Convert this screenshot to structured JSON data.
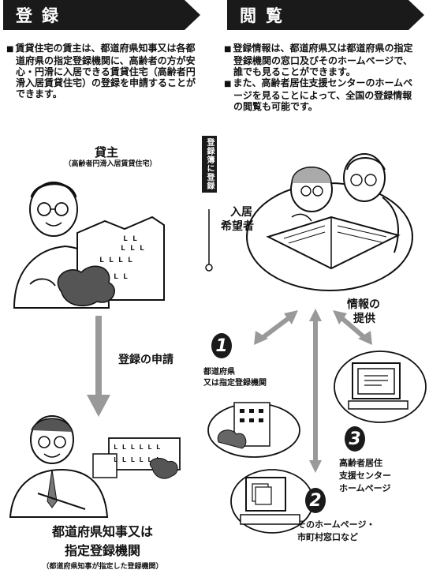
{
  "left": {
    "header": "登録",
    "paragraph": "賃貸住宅の賃主は、都道府県知事又は各都道府県の指定登録機関に、高齢者の方が安心・円滑に入居できる賃貸住宅（高齢者円滑入居賃貸住宅）の登録を申請することができます。",
    "landlord_title": "貸主",
    "landlord_sub": "（高齢者円滑入居賃貸住宅）",
    "arrow_label": "登録の申請",
    "authority_line1": "都道府県知事又は",
    "authority_line2": "指定登録機関",
    "authority_note": "（都道府県知事が指定した登録機関）"
  },
  "divider_tag": "登録簿に登録",
  "right": {
    "header": "閲覧",
    "paragraph1": "登録情報は、都道府県又は都道府県の指定登録機関の窓口及びそのホームページで、誰でも見ることができます。",
    "paragraph2": "また、高齢者居住支援センターのホームページを見ることによって、全国の登録情報の閲覧も可能です。",
    "seeker_label_1": "入居",
    "seeker_label_2": "希望者",
    "info_label_1": "情報の",
    "info_label_2": "提供",
    "sources": [
      {
        "number": "1",
        "label_1": "都道府県",
        "label_2": "又は指定登録機関"
      },
      {
        "number": "2",
        "label_1": "そのホームページ・",
        "label_2": "市町村窓口など"
      },
      {
        "number": "3",
        "label_1": "高齢者居住",
        "label_2": "支援センター",
        "label_3": "ホームページ"
      }
    ]
  }
}
